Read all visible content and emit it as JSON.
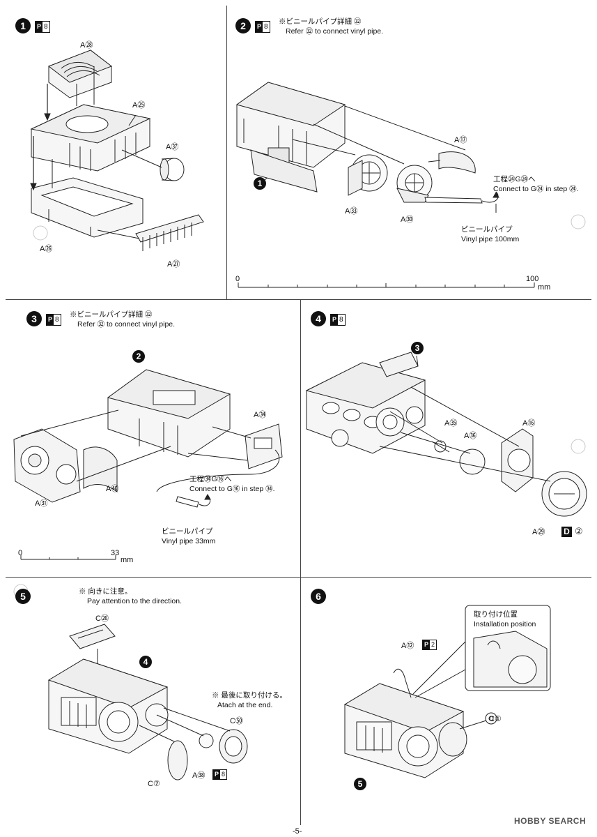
{
  "page_number": "-5-",
  "watermark": "HOBBY SEARCH",
  "steps": [
    {
      "number": "1",
      "paint_ref": "8",
      "parts": [
        "A㉘",
        "A㉕",
        "A㊲",
        "A㉖",
        "A㉗"
      ]
    },
    {
      "number": "2",
      "paint_ref": "8",
      "note_jp": "※ビニールパイプ詳細 ㉜",
      "note_en": "Refer ㉜ to connect vinyl pipe.",
      "connect_jp": "工程㉔G㉔へ",
      "connect_en": "Connect to G㉔ in step ㉔.",
      "pipe_jp": "ビニールパイプ",
      "pipe_en": "Vinyl pipe 100mm",
      "ref_circle": "1",
      "parts": [
        "A⑰",
        "A㉝",
        "A㉚"
      ],
      "scale": {
        "start": "0",
        "end": "100",
        "unit": "mm"
      }
    },
    {
      "number": "3",
      "paint_ref": "8",
      "note_jp": "※ビニールパイプ詳細 ㉜",
      "note_en": "Refer ㉜ to connect vinyl pipe.",
      "connect_jp": "工程㉞G⑯へ",
      "connect_en": "Connect to G⑯ in step ㉞.",
      "pipe_jp": "ビニールパイプ",
      "pipe_en": "Vinyl pipe 33mm",
      "ref_circle": "2",
      "parts": [
        "A㉞",
        "A㊵",
        "A㉛"
      ],
      "scale": {
        "start": "0",
        "end": "33",
        "unit": "mm"
      }
    },
    {
      "number": "4",
      "paint_ref": "8",
      "ref_circle": "3",
      "parts": [
        "A㉟",
        "A㊱",
        "A⑯",
        "A㉙"
      ],
      "decal": "D",
      "decal_num": "②"
    },
    {
      "number": "5",
      "note1_jp": "※ 向きに注意。",
      "note1_en": "Pay attention to the direction.",
      "note2_jp": "※ 最後に取り付ける。",
      "note2_en": "Atach at the end.",
      "ref_circle": "4",
      "parts": [
        "C㉖",
        "C㊿",
        "C⑦",
        "A㊳"
      ],
      "paint_ref_a38": "8"
    },
    {
      "number": "6",
      "install_jp": "取り付け位置",
      "install_en": "Installation position",
      "ref_circle": "5",
      "parts": [
        "A⑫",
        "C①"
      ],
      "paint_ref_a12": "2"
    }
  ]
}
